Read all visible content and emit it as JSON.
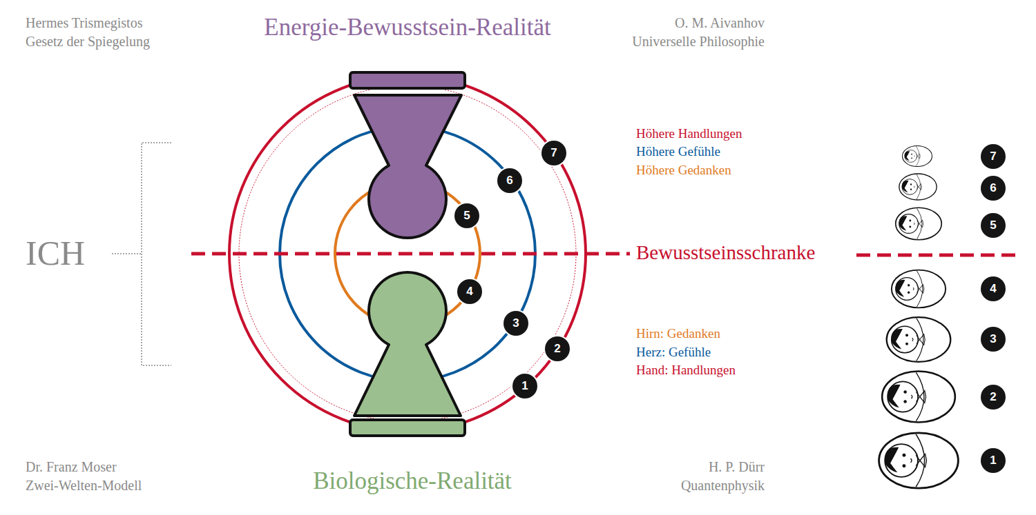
{
  "diagram": {
    "title": "Energie-Bewusstsein-Realität",
    "labels": [
      "Hermes Trismegistos",
      "Gesetz der Spiegelung",
      "O. M. Aivanhov",
      "Universelle Philosophie",
      "ICH",
      "7",
      "6",
      "5",
      "4",
      "3",
      "2",
      "1",
      "Höhere Handlungen",
      "Höhere Gefühle",
      "Höhere Gedanken",
      "Bewusstseinsschranke",
      "Hirn: Gedanken",
      "Herz: Gefühle",
      "Hand: Handlungen",
      "7",
      "6",
      "5",
      "4",
      "3",
      "2",
      "1",
      "Dr. Franz Moser",
      "Zwei-Welten-Modell",
      "H. P. Dürr",
      "Quantenphysik",
      "Biologische-Realität"
    ]
  }
}
